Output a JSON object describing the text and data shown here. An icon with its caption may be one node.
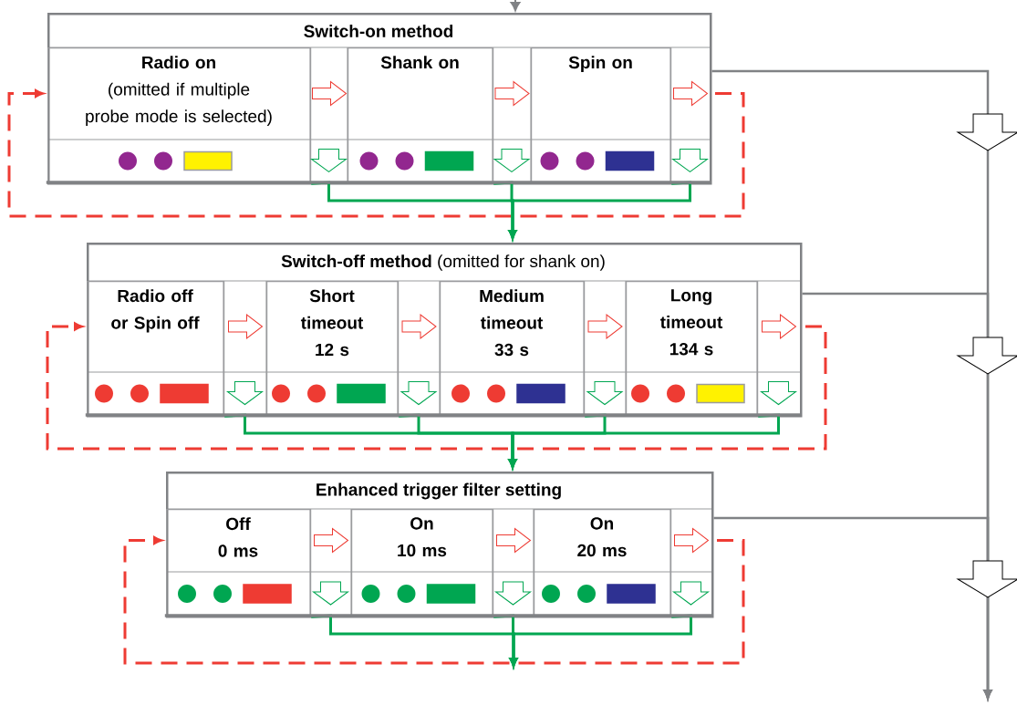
{
  "diagram": {
    "nodes": [
      {
        "text": [
          "Switch-on method"
        ]
      },
      {
        "text": [
          "Radio on",
          "(omitted if multiple probe mode is selected)"
        ],
        "in": 0
      },
      {
        "text": [
          "Shank on"
        ],
        "in": 0
      },
      {
        "text": [
          "Spin on"
        ],
        "in": 0
      },
      {
        "text": [
          "Switch-off method",
          "(omitted for shank on)"
        ]
      },
      {
        "text": [
          "Radio off or Spin off"
        ],
        "in": 4
      },
      {
        "text": [
          "Short timeout 12 s"
        ],
        "in": 4
      },
      {
        "text": [
          "Medium timeout 33 s"
        ],
        "in": 4
      },
      {
        "text": [
          "Long timeout 134 s"
        ],
        "in": 4
      },
      {
        "text": [
          "Enhanced trigger filter setting"
        ]
      },
      {
        "text": [
          "Off",
          "0 ms"
        ],
        "in": 9
      },
      {
        "text": [
          "On",
          "10 ms"
        ],
        "in": 9
      },
      {
        "text": [
          "On",
          "20 ms"
        ],
        "in": 9
      }
    ],
    "edges": [
      {
        "from": null,
        "to": 0,
        "arrow": "to",
        "color": "#808285"
      },
      {
        "from": 1,
        "to": 2,
        "arrow": "to",
        "color": "#ee3b33"
      },
      {
        "from": 2,
        "to": 3,
        "arrow": "to",
        "color": "#ee3b33"
      },
      {
        "from": 3,
        "to": 1,
        "arrow": "to",
        "style": "dashed",
        "color": "#ee3b33"
      },
      {
        "from": 1,
        "to": 4,
        "arrow": "to",
        "color": "#00a651"
      },
      {
        "from": 2,
        "to": 4,
        "arrow": "to",
        "color": "#00a651"
      },
      {
        "from": 3,
        "to": 4,
        "arrow": "to",
        "color": "#00a651"
      },
      {
        "from": 5,
        "to": 6,
        "arrow": "to",
        "color": "#ee3b33"
      },
      {
        "from": 6,
        "to": 7,
        "arrow": "to",
        "color": "#ee3b33"
      },
      {
        "from": 7,
        "to": 8,
        "arrow": "to",
        "color": "#ee3b33"
      },
      {
        "from": 8,
        "to": 5,
        "arrow": "to",
        "style": "dashed",
        "color": "#ee3b33"
      },
      {
        "from": 5,
        "to": 9,
        "arrow": "to",
        "color": "#00a651"
      },
      {
        "from": 6,
        "to": 9,
        "arrow": "to",
        "color": "#00a651"
      },
      {
        "from": 7,
        "to": 9,
        "arrow": "to",
        "color": "#00a651"
      },
      {
        "from": 8,
        "to": 9,
        "arrow": "to",
        "color": "#00a651"
      },
      {
        "from": 10,
        "to": 11,
        "arrow": "to",
        "color": "#ee3b33"
      },
      {
        "from": 11,
        "to": 12,
        "arrow": "to",
        "color": "#ee3b33"
      },
      {
        "from": 12,
        "to": 10,
        "arrow": "to",
        "style": "dashed",
        "color": "#ee3b33"
      },
      {
        "from": 10,
        "to": null,
        "arrow": "to",
        "color": "#00a651"
      },
      {
        "from": 11,
        "to": null,
        "arrow": "to",
        "color": "#00a651"
      },
      {
        "from": 12,
        "to": null,
        "arrow": "to",
        "color": "#00a651"
      },
      {
        "from": 0,
        "to": null,
        "arrow": "to",
        "color": "#808285"
      },
      {
        "from": 4,
        "to": null,
        "arrow": "to",
        "color": "#808285"
      },
      {
        "from": 9,
        "to": null,
        "arrow": "to",
        "color": "#808285"
      }
    ]
  }
}
